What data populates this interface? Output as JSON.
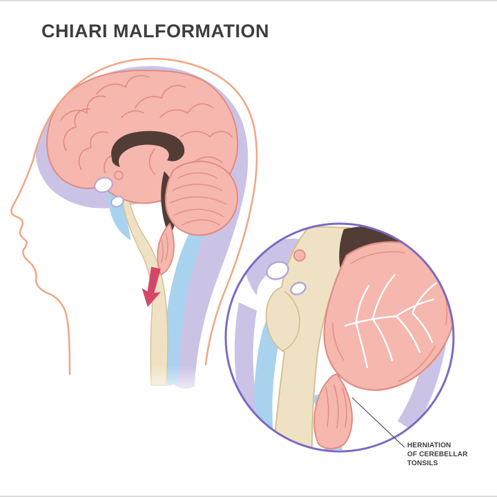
{
  "title": "CHIARI MALFORMATION",
  "annotation": {
    "lines": [
      "HERNIATION",
      "OF CEREBELLAR",
      "TONSILS"
    ]
  },
  "colors": {
    "background": "#ffffff",
    "title_text": "#3d3d3d",
    "label_text": "#3b3b3b",
    "skin_outline": "#f2a581",
    "lavender": "#cbc3e6",
    "lavender_outline": "#b3a7d9",
    "light_blue": "#a9d2ef",
    "cream": "#efe2c4",
    "cream_line": "#d8bf92",
    "brain_pink": "#f5b7ae",
    "brain_line": "#e18a7f",
    "dark_brown": "#523d36",
    "arrow_red": "#d44768",
    "inset_border": "#7b68c5",
    "pointer_line": "#4c4c4c",
    "white": "#ffffff"
  }
}
